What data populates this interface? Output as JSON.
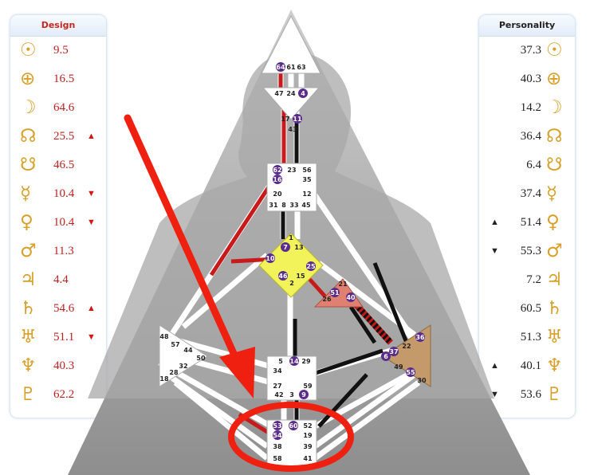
{
  "design": {
    "title": "Design",
    "rows": [
      {
        "glyph": "☉",
        "value": "9.5",
        "arrow": ""
      },
      {
        "glyph": "⊕",
        "value": "16.5",
        "arrow": ""
      },
      {
        "glyph": "☽",
        "value": "64.6",
        "arrow": ""
      },
      {
        "glyph": "☊",
        "value": "25.5",
        "arrow": "▲"
      },
      {
        "glyph": "☋",
        "value": "46.5",
        "arrow": ""
      },
      {
        "glyph": "☿",
        "value": "10.4",
        "arrow": "▼"
      },
      {
        "glyph": "♀",
        "value": "10.4",
        "arrow": "▼"
      },
      {
        "glyph": "♂",
        "value": "11.3",
        "arrow": ""
      },
      {
        "glyph": "♃",
        "value": "4.4",
        "arrow": ""
      },
      {
        "glyph": "♄",
        "value": "54.6",
        "arrow": "▲"
      },
      {
        "glyph": "♅",
        "value": "51.1",
        "arrow": "▼"
      },
      {
        "glyph": "♆",
        "value": "40.3",
        "arrow": ""
      },
      {
        "glyph": "♇",
        "value": "62.2",
        "arrow": ""
      }
    ]
  },
  "personality": {
    "title": "Personality",
    "rows": [
      {
        "glyph": "☉",
        "value": "37.3",
        "arrow": ""
      },
      {
        "glyph": "⊕",
        "value": "40.3",
        "arrow": ""
      },
      {
        "glyph": "☽",
        "value": "14.2",
        "arrow": ""
      },
      {
        "glyph": "☊",
        "value": "36.4",
        "arrow": ""
      },
      {
        "glyph": "☋",
        "value": "6.4",
        "arrow": ""
      },
      {
        "glyph": "☿",
        "value": "37.4",
        "arrow": ""
      },
      {
        "glyph": "♀",
        "value": "51.4",
        "arrow": "▲"
      },
      {
        "glyph": "♂",
        "value": "55.3",
        "arrow": "▼"
      },
      {
        "glyph": "♃",
        "value": "7.2",
        "arrow": ""
      },
      {
        "glyph": "♄",
        "value": "60.5",
        "arrow": ""
      },
      {
        "glyph": "♅",
        "value": "51.3",
        "arrow": ""
      },
      {
        "glyph": "♆",
        "value": "40.1",
        "arrow": "▲"
      },
      {
        "glyph": "♇",
        "value": "53.6",
        "arrow": "▼"
      }
    ]
  },
  "bodygraph": {
    "head_gates": [
      "64",
      "61",
      "63"
    ],
    "ajna_gates": [
      "47",
      "24",
      "4",
      "17",
      "11",
      "43"
    ],
    "throat_gates": [
      "62",
      "23",
      "56",
      "16",
      "35",
      "20",
      "12",
      "31",
      "8",
      "33",
      "45"
    ],
    "g_gates": [
      "1",
      "7",
      "13",
      "10",
      "25",
      "15",
      "46",
      "2"
    ],
    "heart_gates": [
      "21",
      "51",
      "26",
      "40"
    ],
    "spleen_gates": [
      "48",
      "57",
      "44",
      "50",
      "32",
      "28",
      "18"
    ],
    "sacral_gates": [
      "5",
      "14",
      "29",
      "34",
      "27",
      "59",
      "42",
      "3",
      "9"
    ],
    "solar_gates": [
      "36",
      "22",
      "6",
      "37",
      "49",
      "55",
      "30"
    ],
    "root_gates": [
      "53",
      "60",
      "52",
      "54",
      "19",
      "38",
      "39",
      "58",
      "41"
    ]
  },
  "colors": {
    "design_red": "#c41e1e",
    "planet_gold": "#d8a028",
    "annotation_red": "#f02010",
    "defined_gate": "#5b2c8c"
  }
}
